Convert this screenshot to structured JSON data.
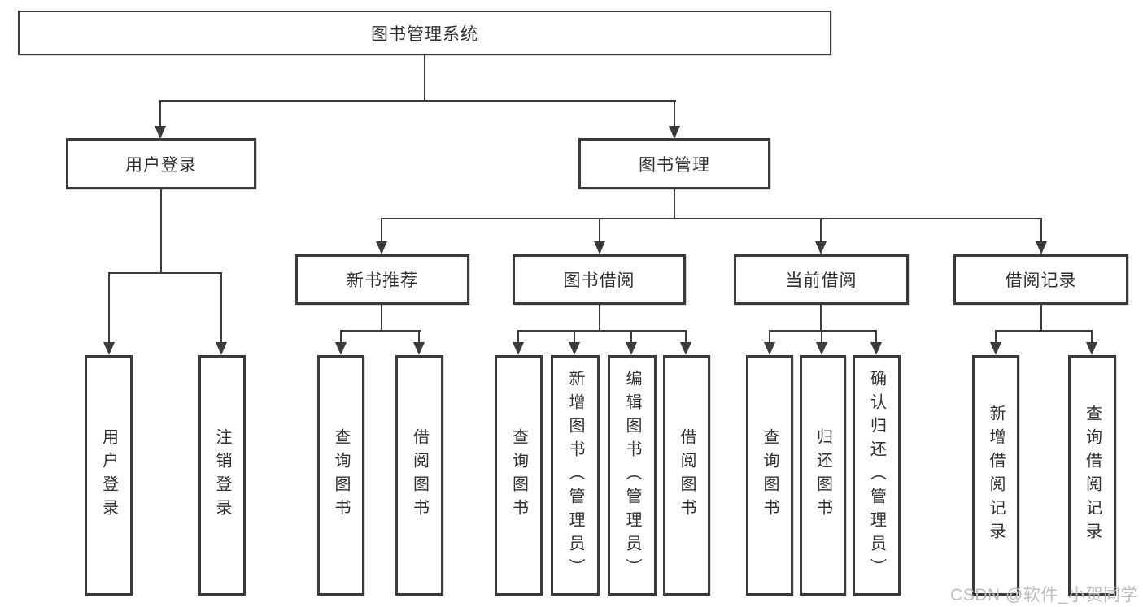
{
  "diagram": {
    "root": "图书管理系统",
    "level2": {
      "user_login": "用户登录",
      "book_management": "图书管理"
    },
    "level3": {
      "new_book_recommend": "新书推荐",
      "book_borrowing": "图书借阅",
      "current_borrowing": "当前借阅",
      "borrowing_records": "借阅记录"
    },
    "leaves": {
      "user_login": "用户登录",
      "logout": "注销登录",
      "nb_query_books": "查询图书",
      "nb_borrow_books": "借阅图书",
      "bb_query_books": "查询图书",
      "bb_add_books": "新增图书（管理员）",
      "bb_edit_books": "编辑图书（管理员）",
      "bb_borrow_books": "借阅图书",
      "cb_query_books": "查询图书",
      "cb_return_books": "归还图书",
      "cb_confirm_return": "确认归还（管理员）",
      "br_add_record": "新增借阅记录",
      "br_query_record": "查询借阅记录"
    },
    "watermark": "CSDN @软件_小贺同学",
    "colors": {
      "line": "#3c3c3c",
      "border": "#3a3a3a",
      "text": "#303030",
      "watermark": "#bdbdbd",
      "background": "#ffffff"
    }
  }
}
